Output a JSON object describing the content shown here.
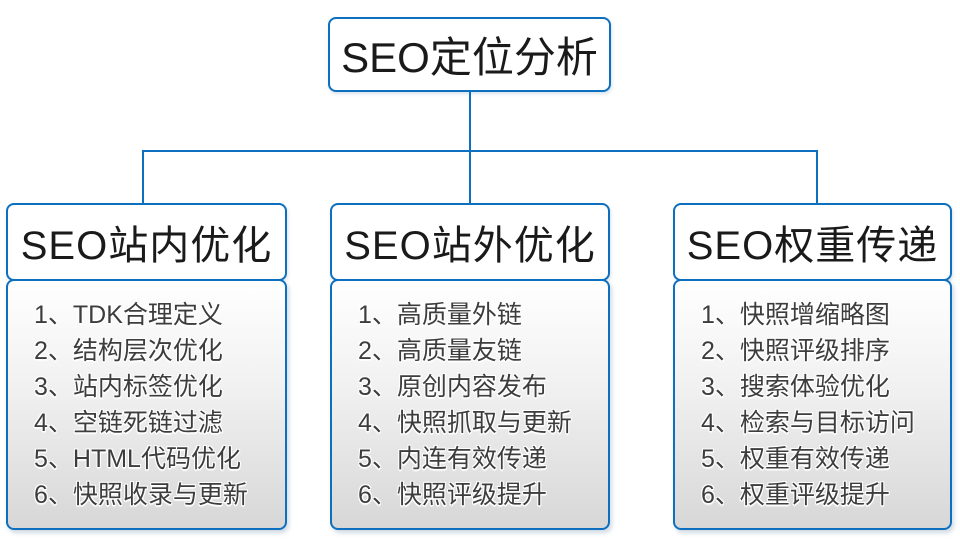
{
  "diagram": {
    "root": {
      "label": "SEO定位分析"
    },
    "columns": [
      {
        "header": "SEO站内优化",
        "items": [
          "1、TDK合理定义",
          "2、结构层次优化",
          "3、站内标签优化",
          "4、空链死链过滤",
          "5、HTML代码优化",
          "6、快照收录与更新"
        ]
      },
      {
        "header": "SEO站外优化",
        "items": [
          "1、高质量外链",
          "2、高质量友链",
          "3、原创内容发布",
          "4、快照抓取与更新",
          "5、内连有效传递",
          "6、快照评级提升"
        ]
      },
      {
        "header": "SEO权重传递",
        "items": [
          "1、快照增缩略图",
          "2、快照评级排序",
          "3、搜索体验优化",
          "4、检索与目标访问",
          "5、权重有效传递",
          "6、权重评级提升"
        ]
      }
    ]
  },
  "colors": {
    "line": "#0d6fbe",
    "text": "#1a1a1a",
    "item_text": "#3d3d3d",
    "gradient_top": "#ffffff",
    "gradient_mid": "#f0f0f0",
    "gradient_bottom": "#d7d7d7",
    "box_fill": "#ffffff"
  }
}
